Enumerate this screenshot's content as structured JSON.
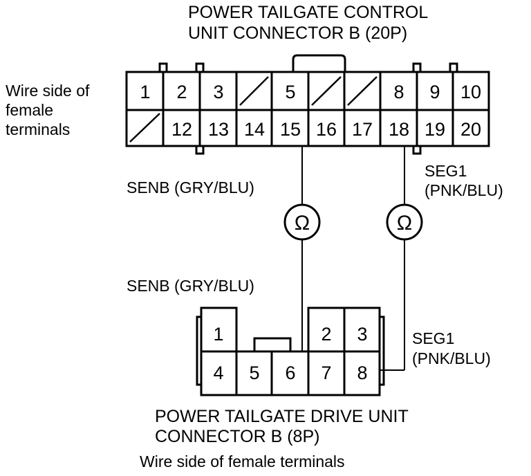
{
  "top_connector": {
    "title_line1": "POWER TAILGATE CONTROL",
    "title_line2": "UNIT CONNECTOR B (20P)",
    "side_label_line1": "Wire side of",
    "side_label_line2": "female",
    "side_label_line3": "terminals",
    "row1": [
      "1",
      "2",
      "3",
      "",
      "5",
      "",
      "",
      "8",
      "9",
      "10"
    ],
    "row2": [
      "",
      "12",
      "13",
      "14",
      "15",
      "16",
      "17",
      "18",
      "19",
      "20"
    ]
  },
  "bottom_connector": {
    "title_line1": "POWER TAILGATE DRIVE UNIT",
    "title_line2": "CONNECTOR B (8P)",
    "side_label": "Wire side of female terminals",
    "row1": [
      "1",
      "2",
      "3"
    ],
    "row2": [
      "4",
      "5",
      "6",
      "7",
      "8"
    ]
  },
  "wires": {
    "senb_upper": "SENB (GRY/BLU)",
    "senb_lower": "SENB (GRY/BLU)",
    "seg1_upper_line1": "SEG1",
    "seg1_upper_line2": "(PNK/BLU)",
    "seg1_lower_line1": "SEG1",
    "seg1_lower_line2": "(PNK/BLU)"
  },
  "meters": {
    "left_symbol": "Ω",
    "right_symbol": "Ω"
  }
}
